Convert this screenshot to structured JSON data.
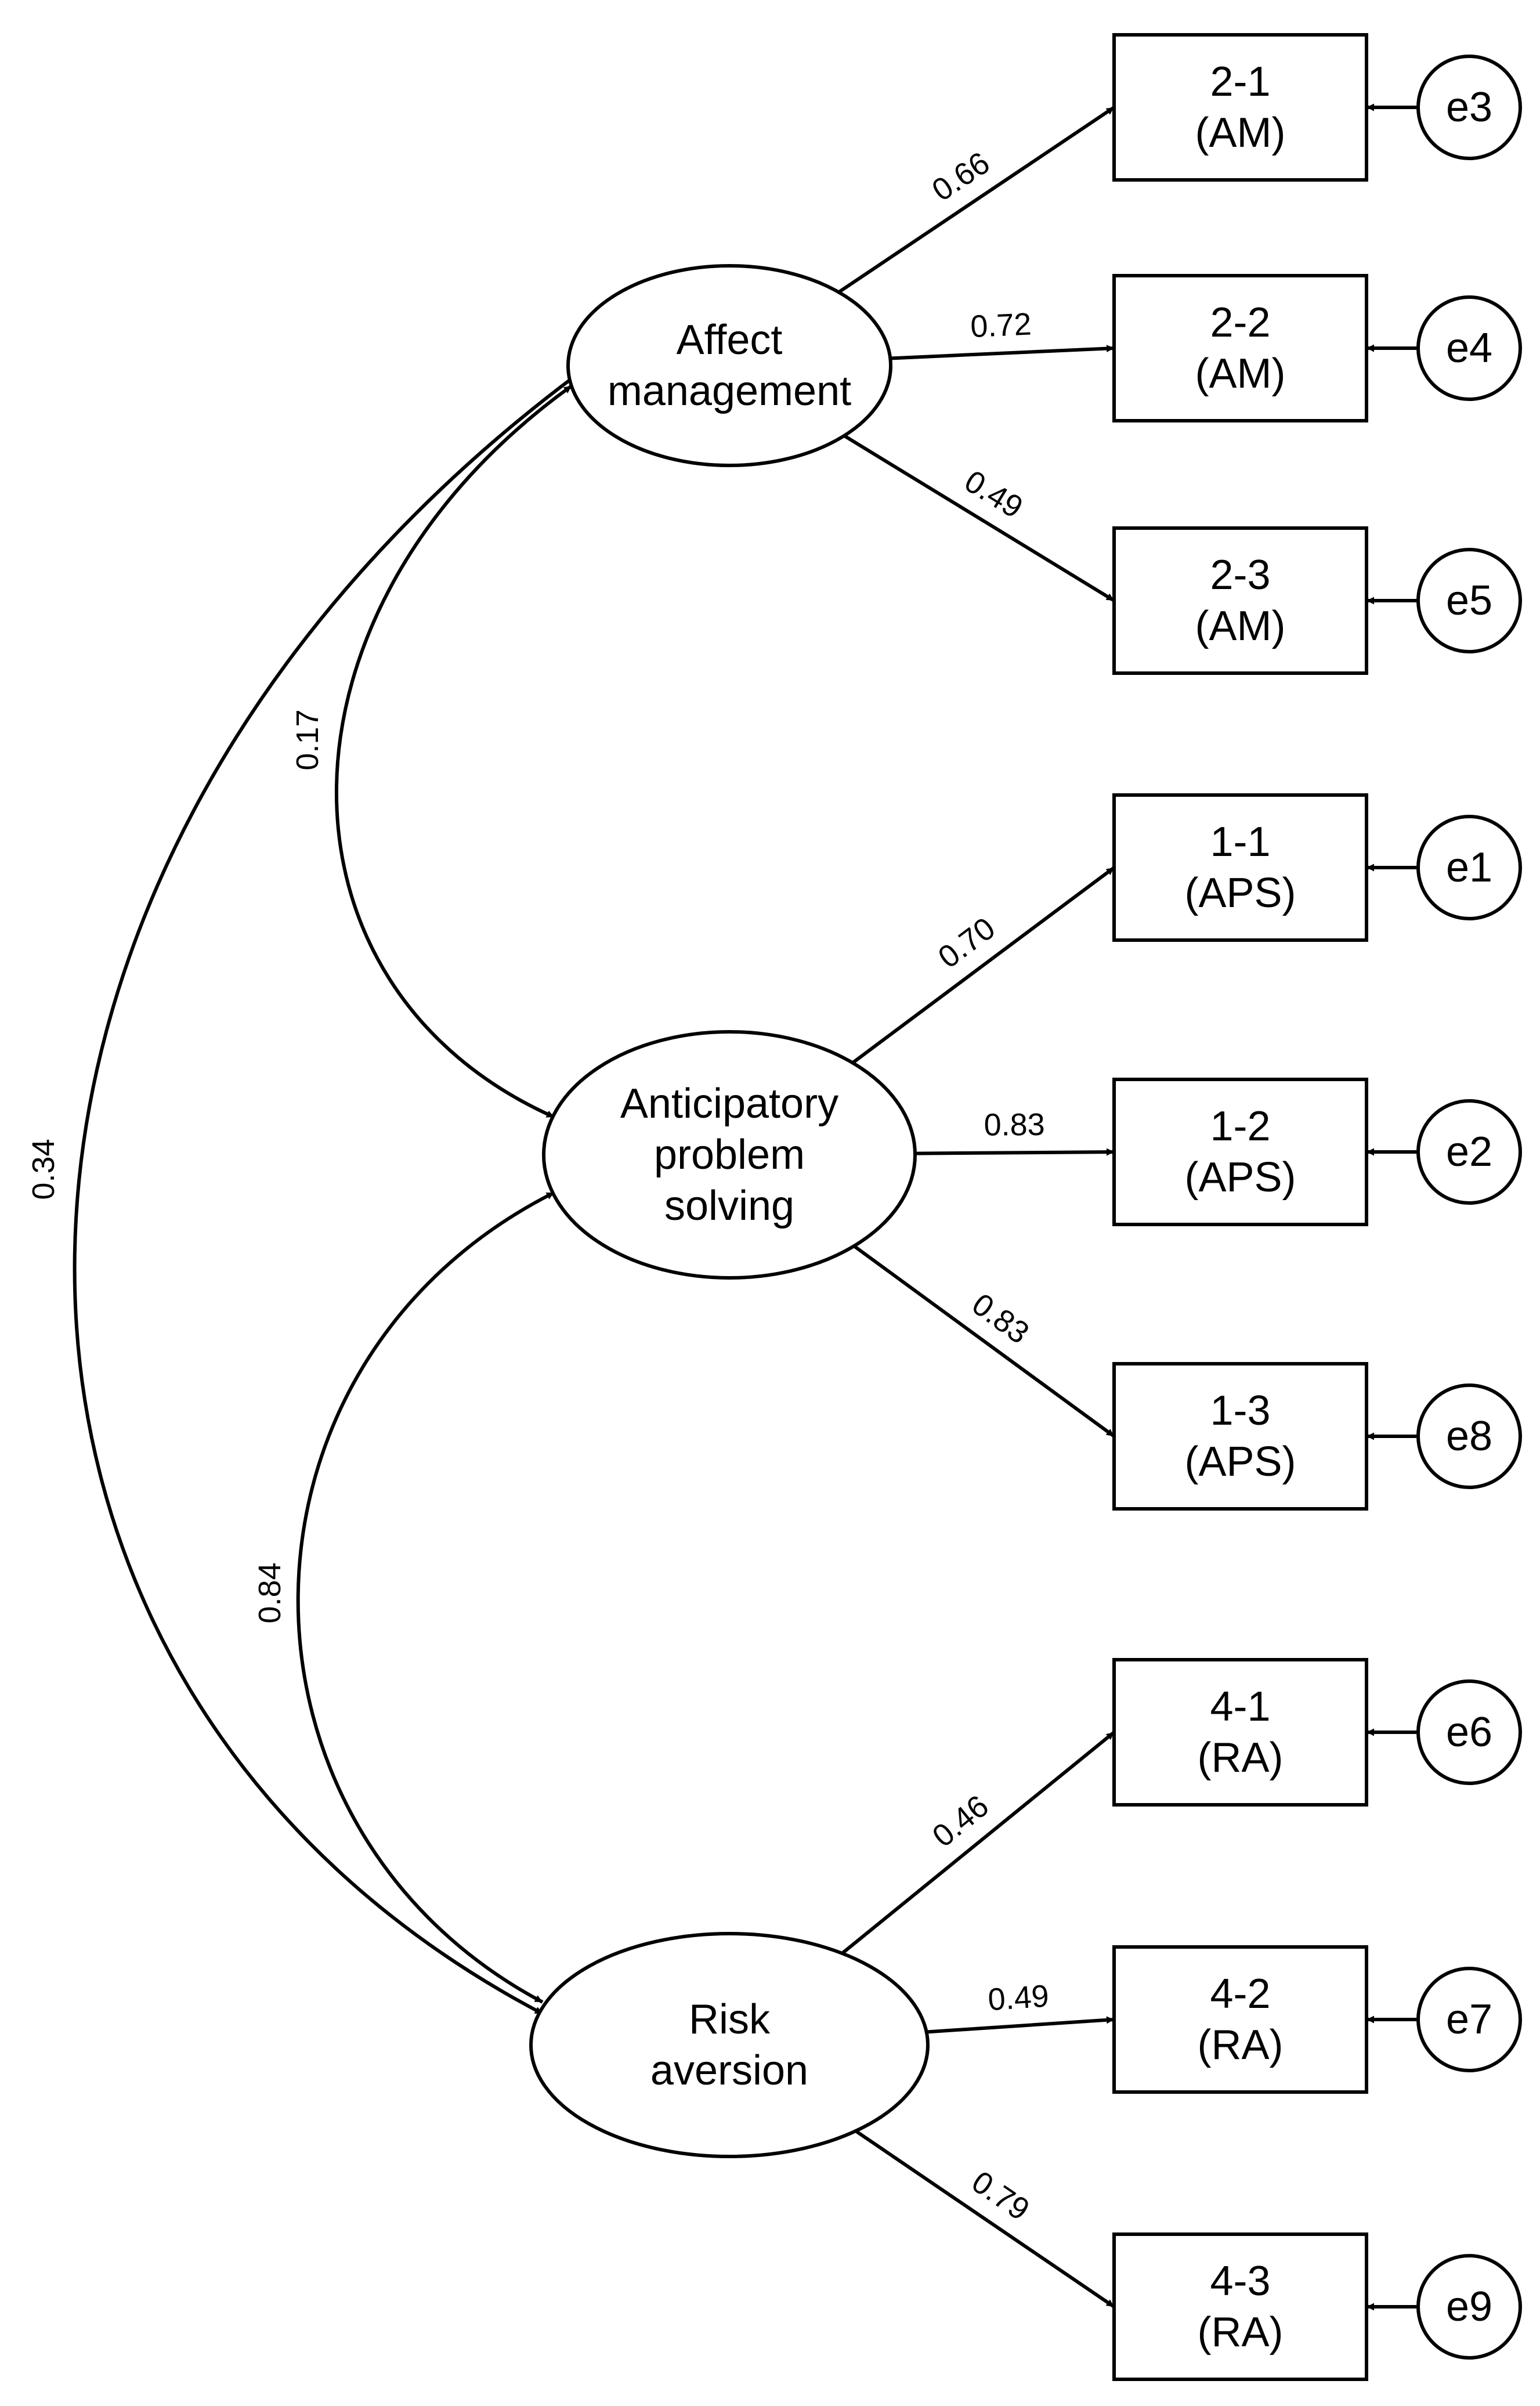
{
  "colors": {
    "stroke": "#000000",
    "background": "#ffffff"
  },
  "factors": [
    {
      "id": "am",
      "lines": [
        "Affect",
        "management"
      ]
    },
    {
      "id": "aps",
      "lines": [
        "Anticipatory",
        "problem",
        "solving"
      ]
    },
    {
      "id": "ra",
      "lines": [
        "Risk",
        "aversion"
      ]
    }
  ],
  "indicators": [
    {
      "id": "i21",
      "factor": "am",
      "line1": "2-1",
      "line2": "(AM)",
      "error": "e3",
      "loading": "0.66"
    },
    {
      "id": "i22",
      "factor": "am",
      "line1": "2-2",
      "line2": "(AM)",
      "error": "e4",
      "loading": "0.72"
    },
    {
      "id": "i23",
      "factor": "am",
      "line1": "2-3",
      "line2": "(AM)",
      "error": "e5",
      "loading": "0.49"
    },
    {
      "id": "i11",
      "factor": "aps",
      "line1": "1-1",
      "line2": "(APS)",
      "error": "e1",
      "loading": "0.70"
    },
    {
      "id": "i12",
      "factor": "aps",
      "line1": "1-2",
      "line2": "(APS)",
      "error": "e2",
      "loading": "0.83"
    },
    {
      "id": "i13",
      "factor": "aps",
      "line1": "1-3",
      "line2": "(APS)",
      "error": "e8",
      "loading": "0.83"
    },
    {
      "id": "i41",
      "factor": "ra",
      "line1": "4-1",
      "line2": "(RA)",
      "error": "e6",
      "loading": "0.46"
    },
    {
      "id": "i42",
      "factor": "ra",
      "line1": "4-2",
      "line2": "(RA)",
      "error": "e7",
      "loading": "0.49"
    },
    {
      "id": "i43",
      "factor": "ra",
      "line1": "4-3",
      "line2": "(RA)",
      "error": "e9",
      "loading": "0.79"
    }
  ],
  "covariances": [
    {
      "from": "am",
      "to": "aps",
      "value": "0.17"
    },
    {
      "from": "aps",
      "to": "ra",
      "value": "0.84"
    },
    {
      "from": "am",
      "to": "ra",
      "value": "0.34"
    }
  ]
}
